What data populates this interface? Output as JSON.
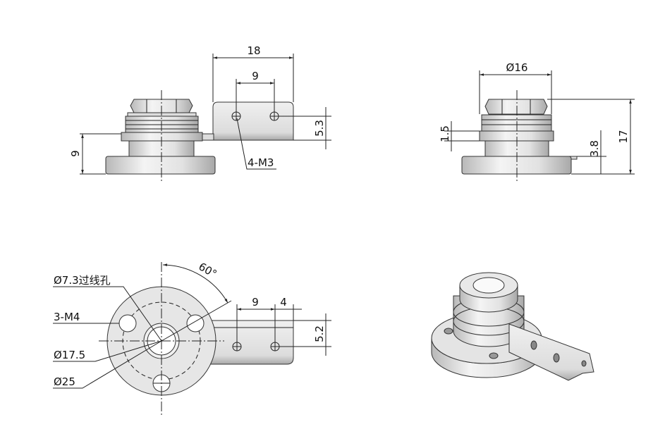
{
  "front_view": {
    "width_18": "18",
    "hole_pitch_9": "9",
    "hole_height_5_3": "5.3",
    "height_9": "9",
    "holes_label": "4-M3"
  },
  "side_view": {
    "dia_16": "Ø16",
    "height_17": "17",
    "dim_3_8": "3.8",
    "dim_1_5": "1.5"
  },
  "top_view": {
    "angle_60": "60°",
    "pitch_9": "9",
    "edge_4": "4",
    "dim_5_2": "5.2",
    "bore_label": "Ø7.3过线孔",
    "holes_label": "3-M4",
    "pcd_label": "Ø17.5",
    "od_label": "Ø25"
  },
  "colors": {
    "metal_light": "#f2f2f2",
    "metal_dark": "#b5b5b5",
    "line": "#222222"
  }
}
